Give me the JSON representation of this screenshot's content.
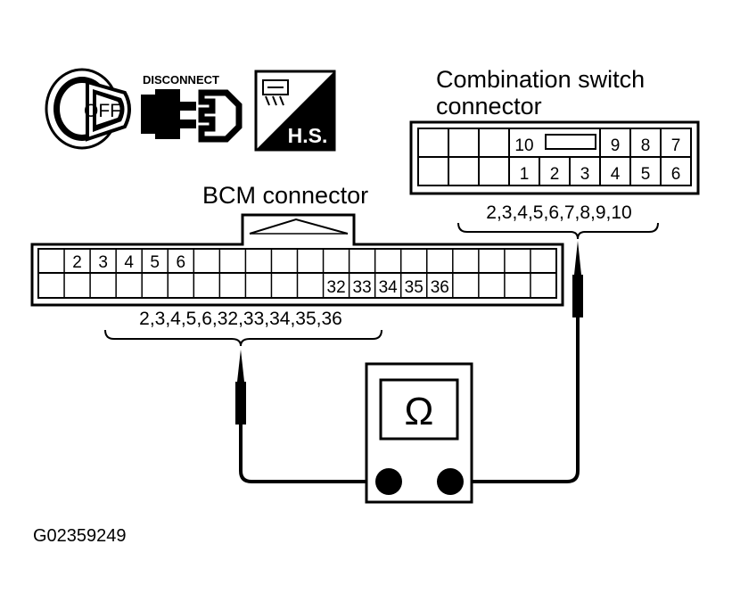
{
  "icons": {
    "ignition_label": "OFF",
    "disconnect_label": "DISCONNECT",
    "hs_label": "H.S."
  },
  "combination_switch": {
    "title_line1": "Combination switch",
    "title_line2": "connector",
    "top_row": [
      "",
      "",
      "",
      "10",
      "",
      "",
      "9",
      "8",
      "7"
    ],
    "bottom_row": [
      "",
      "",
      "",
      "1",
      "2",
      "3",
      "4",
      "5",
      "6"
    ],
    "pins_label": "2,3,4,5,6,7,8,9,10"
  },
  "bcm": {
    "title": "BCM connector",
    "top_row": [
      "",
      "2",
      "3",
      "4",
      "5",
      "6",
      "",
      "",
      "",
      "",
      "",
      "",
      "",
      "",
      "",
      "",
      "",
      "",
      "",
      ""
    ],
    "bottom_row": [
      "",
      "",
      "",
      "",
      "",
      "",
      "",
      "",
      "",
      "",
      "",
      "32",
      "33",
      "34",
      "35",
      "36",
      "",
      "",
      "",
      ""
    ],
    "pins_label": "2,3,4,5,6,32,33,34,35,36"
  },
  "meter": {
    "symbol": "Ω"
  },
  "figure_id": "G02359249"
}
